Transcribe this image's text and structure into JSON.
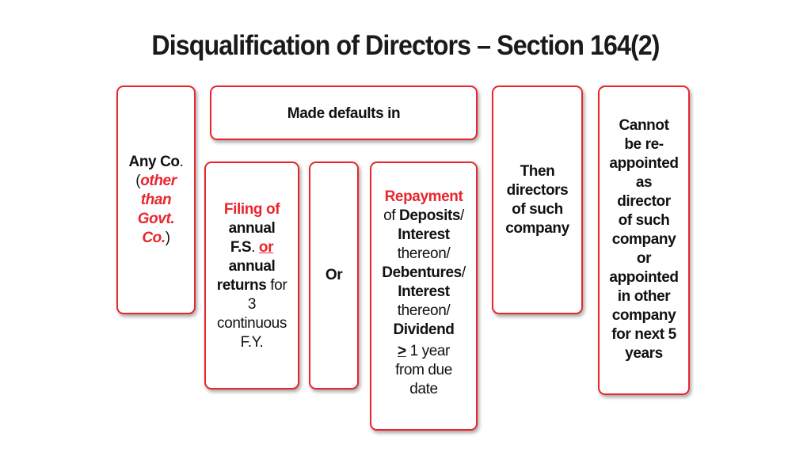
{
  "title": "Disqualification of Directors – Section 164(2)",
  "colors": {
    "accent": "#e8262c",
    "text": "#111111"
  },
  "box_any_co": {
    "prefix": "Any Co",
    "period": ".",
    "open_paren": "(",
    "other": "other",
    "than": "than",
    "govt": "Govt.",
    "co": "Co.",
    "close_paren": ")"
  },
  "box_made_defaults": {
    "label": "Made defaults in"
  },
  "box_filing": {
    "filing_of": "Filing of",
    "annual": "annual",
    "fs": "F.S",
    "fs_period": ".",
    "or": "or",
    "annual2": "annual",
    "returns": "returns",
    "for": " for",
    "three": "3",
    "continuous": "continuous",
    "fy": "F.Y."
  },
  "box_or": {
    "label": "Or"
  },
  "box_repayment": {
    "repayment": "Repayment",
    "of": "of ",
    "deposits": "Deposits",
    "slash1": "/",
    "interest1": "Interest",
    "thereon1": "thereon/",
    "debentures": "Debentures",
    "slash2": "/",
    "interest2": "Interest",
    "thereon2": "thereon/",
    "dividend": "Dividend",
    "gt": ">",
    "one_year": " 1 year",
    "from_due": "from due",
    "date": "date"
  },
  "box_then": {
    "lines": [
      "Then",
      "directors",
      "of such",
      "company"
    ]
  },
  "box_cannot": {
    "lines": [
      "Cannot",
      "be re-",
      "appointed",
      "as",
      "director",
      "of such",
      "company",
      "or",
      "appointed",
      "in other",
      "company",
      "for next 5",
      "years"
    ]
  }
}
